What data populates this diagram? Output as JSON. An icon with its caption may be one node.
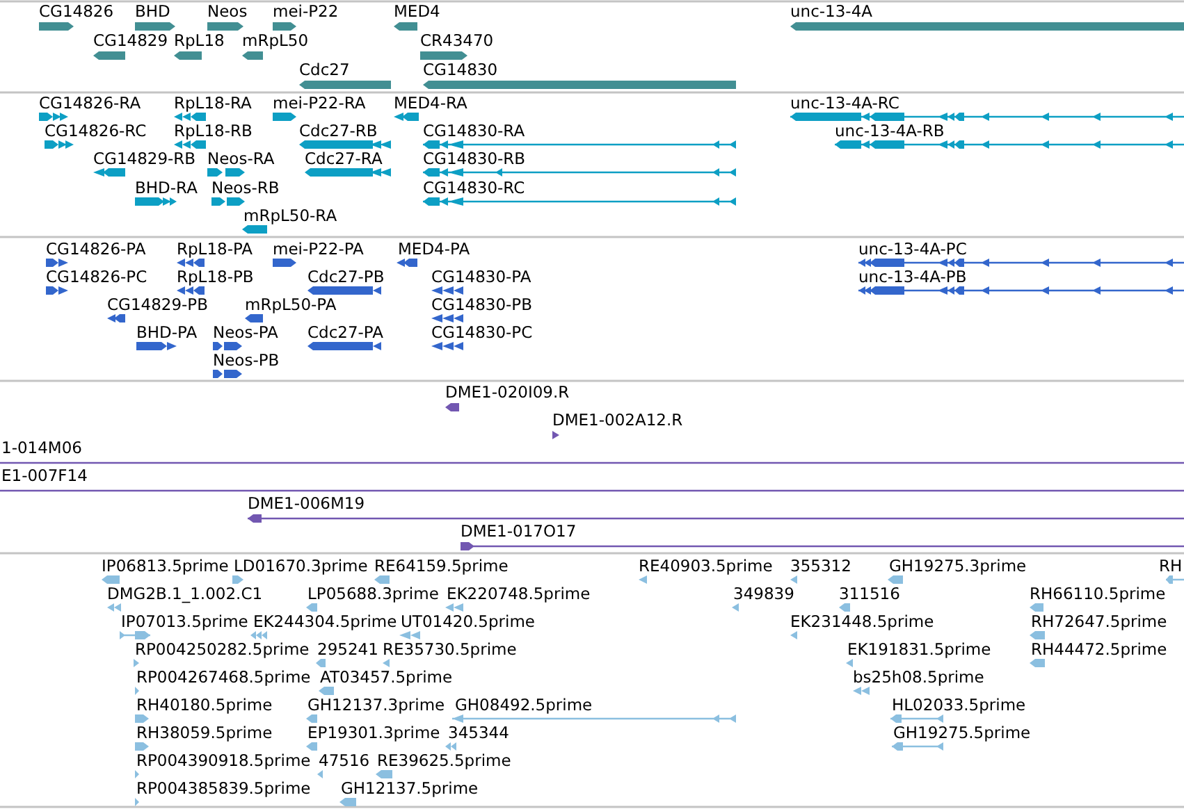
{
  "diagram": {
    "nodes": [
      {
        "text": [
          "CG14826"
        ]
      },
      {
        "text": [
          "BHD"
        ]
      },
      {
        "text": [
          "Neos"
        ]
      },
      {
        "text": [
          "mei-P22"
        ]
      },
      {
        "text": [
          "MED4"
        ]
      },
      {
        "text": [
          "unc-13-4A"
        ]
      },
      {
        "text": [
          "CG14829"
        ]
      },
      {
        "text": [
          "RpL18"
        ]
      },
      {
        "text": [
          "mRpL50"
        ]
      },
      {
        "text": [
          "CR43470"
        ]
      },
      {
        "text": [
          "Cdc27"
        ]
      },
      {
        "text": [
          "CG14830"
        ]
      },
      {
        "text": [
          "CG14826-RA"
        ]
      },
      {
        "text": [
          "RpL18-RA"
        ]
      },
      {
        "text": [
          "mei-P22-RA"
        ]
      },
      {
        "text": [
          "MED4-RA"
        ]
      },
      {
        "text": [
          "unc-13-4A-RC"
        ]
      },
      {
        "text": [
          "CG14826-RC"
        ]
      },
      {
        "text": [
          "RpL18-RB"
        ]
      },
      {
        "text": [
          "Cdc27-RB"
        ]
      },
      {
        "text": [
          "CG14830-RA"
        ]
      },
      {
        "text": [
          "unc-13-4A-RB"
        ]
      },
      {
        "text": [
          "CG14829-RB"
        ]
      },
      {
        "text": [
          "Neos-RA"
        ]
      },
      {
        "text": [
          "Cdc27-RA"
        ]
      },
      {
        "text": [
          "CG14830-RB"
        ]
      },
      {
        "text": [
          "BHD-RA"
        ]
      },
      {
        "text": [
          "Neos-RB"
        ]
      },
      {
        "text": [
          "CG14830-RC"
        ]
      },
      {
        "text": [
          "mRpL50-RA"
        ]
      },
      {
        "text": [
          "CG14826-PA"
        ]
      },
      {
        "text": [
          "RpL18-PA"
        ]
      },
      {
        "text": [
          "mei-P22-PA"
        ]
      },
      {
        "text": [
          "MED4-PA"
        ]
      },
      {
        "text": [
          "unc-13-4A-PC"
        ]
      },
      {
        "text": [
          "CG14826-PC"
        ]
      },
      {
        "text": [
          "RpL18-PB"
        ]
      },
      {
        "text": [
          "Cdc27-PB"
        ]
      },
      {
        "text": [
          "CG14830-PA"
        ]
      },
      {
        "text": [
          "unc-13-4A-PB"
        ]
      },
      {
        "text": [
          "CG14829-PB"
        ]
      },
      {
        "text": [
          "mRpL50-PA"
        ]
      },
      {
        "text": [
          "CG14830-PB"
        ]
      },
      {
        "text": [
          "BHD-PA"
        ]
      },
      {
        "text": [
          "Neos-PA"
        ]
      },
      {
        "text": [
          "Cdc27-PA"
        ]
      },
      {
        "text": [
          "CG14830-PC"
        ]
      },
      {
        "text": [
          "Neos-PB"
        ]
      },
      {
        "text": [
          "DME1-020I09.R"
        ]
      },
      {
        "text": [
          "DME1-002A12.R"
        ]
      },
      {
        "text": [
          "1-014M06"
        ]
      },
      {
        "text": [
          "E1-007F14"
        ]
      },
      {
        "text": [
          "DME1-006M19"
        ]
      },
      {
        "text": [
          "DME1-017O17"
        ]
      },
      {
        "text": [
          "IP06813.5prime"
        ]
      },
      {
        "text": [
          "LD01670.3prime"
        ]
      },
      {
        "text": [
          "RE64159.5prime"
        ]
      },
      {
        "text": [
          "RE40903.5prime"
        ]
      },
      {
        "text": [
          "355312"
        ]
      },
      {
        "text": [
          "GH19275.3prime"
        ]
      },
      {
        "text": [
          "RH"
        ]
      },
      {
        "text": [
          "DMG2B.1_1.002.C1"
        ]
      },
      {
        "text": [
          "LP05688.3prime"
        ]
      },
      {
        "text": [
          "EK220748.5prime"
        ]
      },
      {
        "text": [
          "349839"
        ]
      },
      {
        "text": [
          "311516"
        ]
      },
      {
        "text": [
          "RH66110.5prime"
        ]
      },
      {
        "text": [
          "IP07013.5prime"
        ]
      },
      {
        "text": [
          "EK244304.5prime"
        ]
      },
      {
        "text": [
          "UT01420.5prime"
        ]
      },
      {
        "text": [
          "EK231448.5prime"
        ]
      },
      {
        "text": [
          "RH72647.5prime"
        ]
      },
      {
        "text": [
          "RP004250282.5prime"
        ]
      },
      {
        "text": [
          "295241"
        ]
      },
      {
        "text": [
          "RE35730.5prime"
        ]
      },
      {
        "text": [
          "EK191831.5prime"
        ]
      },
      {
        "text": [
          "RH44472.5prime"
        ]
      },
      {
        "text": [
          "RP004267468.5prime"
        ]
      },
      {
        "text": [
          "AT03457.5prime"
        ]
      },
      {
        "text": [
          "bs25h08.5prime"
        ]
      },
      {
        "text": [
          "RH40180.5prime"
        ]
      },
      {
        "text": [
          "GH12137.3prime"
        ]
      },
      {
        "text": [
          "GH08492.5prime"
        ]
      },
      {
        "text": [
          "HL02033.5prime"
        ]
      },
      {
        "text": [
          "RH38059.5prime"
        ]
      },
      {
        "text": [
          "EP19301.3prime"
        ]
      },
      {
        "text": [
          "345344"
        ]
      },
      {
        "text": [
          "GH19275.5prime"
        ]
      },
      {
        "text": [
          "RP004390918.5prime"
        ]
      },
      {
        "text": [
          "47516"
        ]
      },
      {
        "text": [
          "RE39625.5prime"
        ]
      },
      {
        "text": [
          "RP004385839.5prime"
        ]
      },
      {
        "text": [
          "GH12137.5prime"
        ]
      }
    ]
  }
}
